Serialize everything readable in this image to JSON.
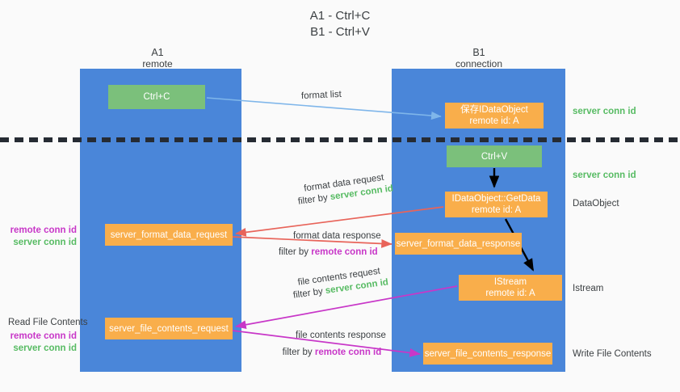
{
  "title": {
    "line1": "A1 - Ctrl+C",
    "line2": "B1 - Ctrl+V"
  },
  "columns": [
    {
      "id": "a1",
      "name": "A1",
      "subtitle": "remote"
    },
    {
      "id": "b1",
      "name": "B1",
      "subtitle": "connection"
    }
  ],
  "nodes": {
    "ctrl_c": {
      "label": "Ctrl+C",
      "color": "#7bc07b"
    },
    "store_idataobject": {
      "line1": "保存IDataObject",
      "line2": "remote id: A",
      "color": "#f9ae4b"
    },
    "ctrl_v": {
      "label": "Ctrl+V",
      "color": "#7bc07b"
    },
    "getdata": {
      "line1": "IDataObject::GetData",
      "line2": "remote id: A",
      "color": "#f9ae4b"
    },
    "format_data_request": {
      "label": "server_format_data_request",
      "color": "#f9ae4b"
    },
    "format_data_response": {
      "label": "server_format_data_response",
      "color": "#f9ae4b"
    },
    "istream": {
      "line1": "IStream",
      "line2": "remote id: A",
      "color": "#f9ae4b"
    },
    "file_contents_request": {
      "label": "server_file_contents_request",
      "color": "#f9ae4b"
    },
    "file_contents_response": {
      "label": "server_file_contents_response",
      "color": "#f9ae4b"
    }
  },
  "edges": {
    "format_list": {
      "caption": "format list"
    },
    "format_data_request": {
      "line1": "format data request",
      "filter_prefix": "filter by ",
      "filter_value": "server conn id"
    },
    "format_data_response": {
      "line1": "format data response",
      "filter_prefix": "filter by ",
      "filter_value": "remote conn id"
    },
    "file_contents_request": {
      "line1": "file contents request",
      "filter_prefix": "filter by ",
      "filter_value": "server conn id"
    },
    "file_contents_response": {
      "line1": "file contents response",
      "filter_prefix": "filter by ",
      "filter_value": "remote conn id"
    }
  },
  "annotations": {
    "right": {
      "server_conn_id_top": "server conn id",
      "server_conn_id_mid": "server conn id",
      "dataobject": "DataObject",
      "istream": "Istream",
      "write_file_contents": "Write File Contents"
    },
    "left": {
      "remote_conn_id_1": "remote conn id",
      "server_conn_id_1": "server conn id",
      "read_file_contents": "Read File Contents",
      "remote_conn_id_2": "remote conn id",
      "server_conn_id_2": "server conn id"
    }
  },
  "colors": {
    "lane": "#4a86d9",
    "green_box": "#7bc07b",
    "orange_box": "#f9ae4b",
    "green_text": "#57bb63",
    "purple_text": "#c837c8",
    "red_arrow": "#e8645a",
    "purple_arrow": "#c837c8",
    "blue_arrow": "#7fb6ea",
    "black_arrow": "#000000",
    "background": "#fafafa"
  }
}
